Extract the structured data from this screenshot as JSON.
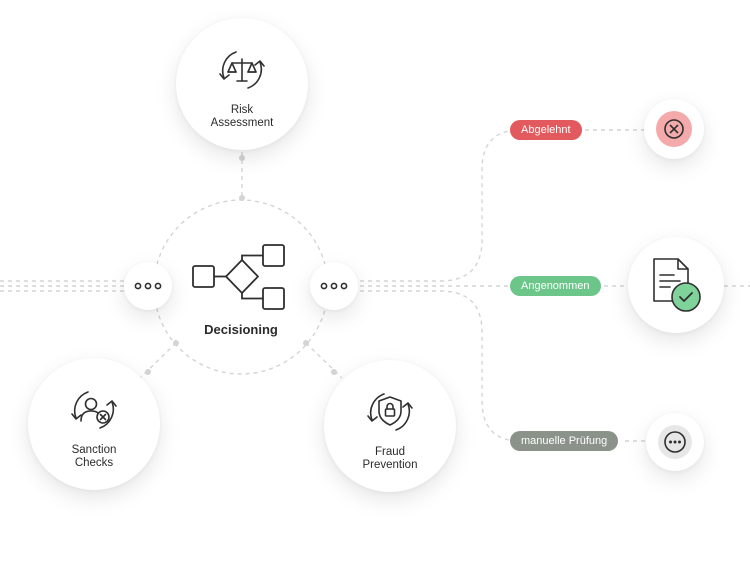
{
  "center": {
    "label": "Decisioning"
  },
  "nodes": {
    "risk": {
      "label": "Risk\nAssessment",
      "icon": "scale-icon"
    },
    "sanction": {
      "label": "Sanction\nChecks",
      "icon": "person-x-icon"
    },
    "fraud": {
      "label": "Fraud\nPrevention",
      "icon": "shield-lock-icon"
    }
  },
  "outcomes": [
    {
      "label": "Abgelehnt",
      "color": "#e25a5e",
      "icon": "x-circle-icon"
    },
    {
      "label": "Angenommen",
      "color": "#6cc68a",
      "icon": "document-check-icon"
    },
    {
      "label": "manuelle Prüfung",
      "color": "#8a9289",
      "icon": "dots-circle-icon"
    }
  ],
  "connectors": {
    "left": {
      "icon": "more-dots-icon"
    },
    "right": {
      "icon": "more-dots-icon"
    }
  },
  "colors": {
    "line": "#d6d6d6",
    "icon": "#2f2f2f",
    "reject_bg": "#f4a9ab",
    "accept_bg": "#7fd29a"
  }
}
